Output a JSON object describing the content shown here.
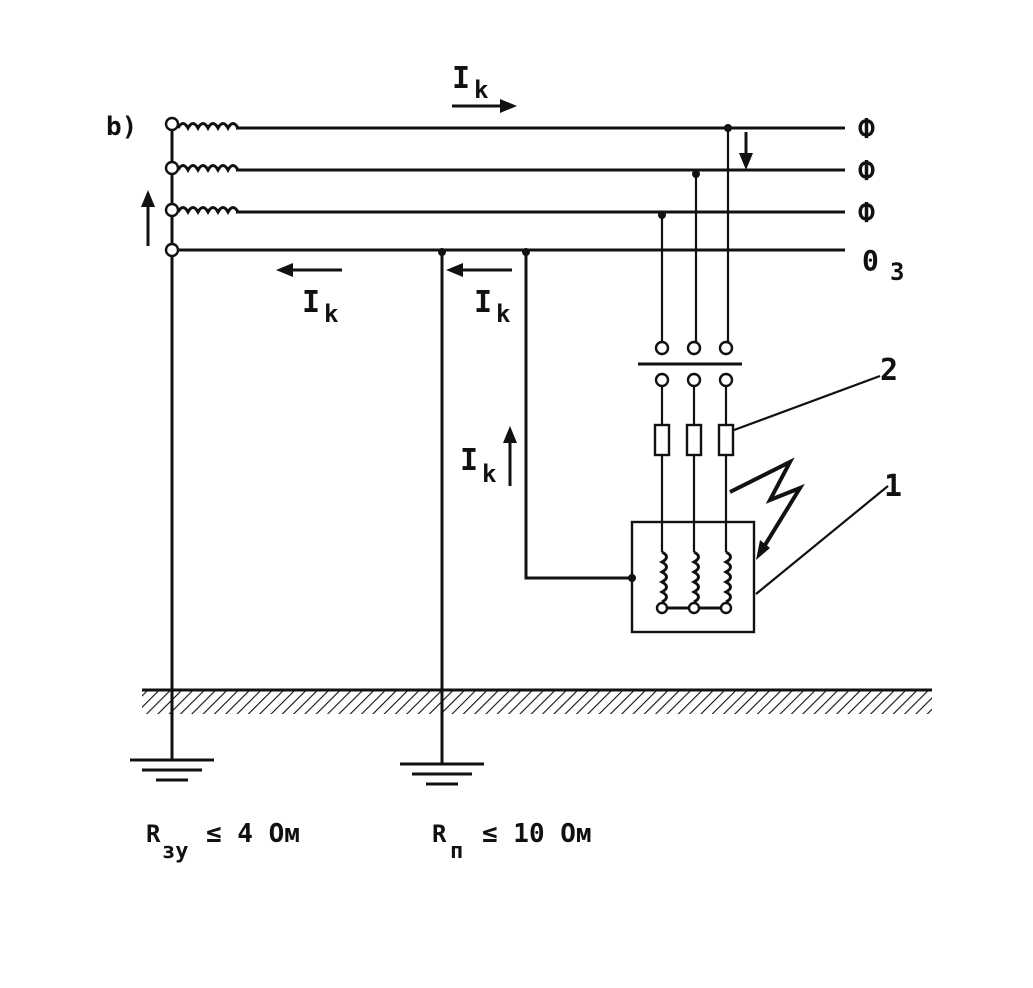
{
  "diagram": {
    "label_b": "b)",
    "phase_labels": [
      "Ф",
      "Ф",
      "Ф"
    ],
    "neutral_label": "0",
    "neutral_sub": "3",
    "current_label": "I",
    "current_sub": "k",
    "callout_1": "1",
    "callout_2": "2",
    "ground_1": {
      "R": "R",
      "sub": "зу",
      "value": "≤ 4  Ом"
    },
    "ground_2": {
      "R": "R",
      "sub": "п",
      "value": "≤ 10  Ом"
    }
  }
}
